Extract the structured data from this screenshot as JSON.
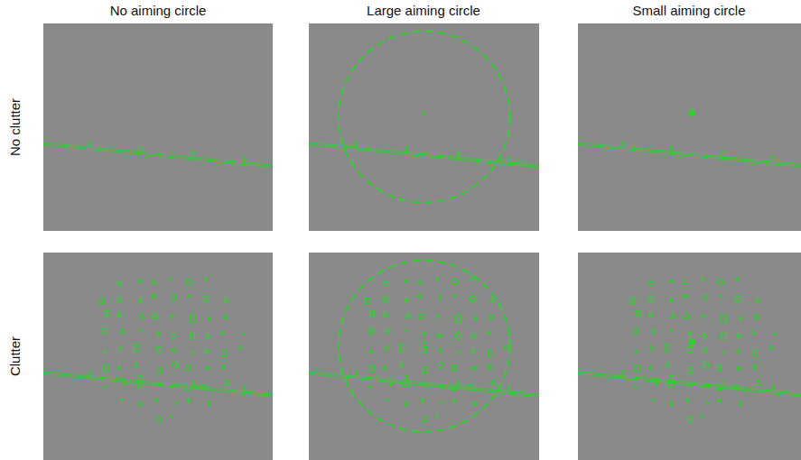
{
  "diagram": {
    "labels": [
      "No aiming circle",
      "Large aiming circle",
      "Small aiming circle",
      "No clutter",
      "Clutter"
    ]
  }
}
